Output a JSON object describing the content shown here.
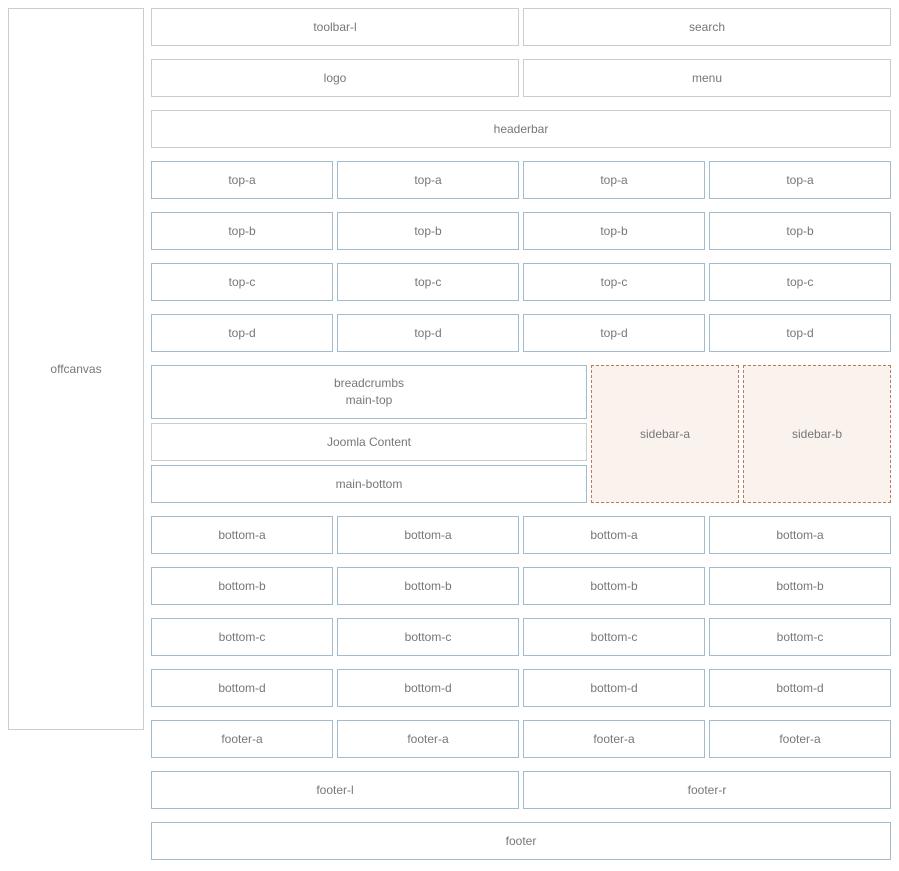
{
  "colors": {
    "border_gray": "#cccccc",
    "border_blue": "#a3bccd",
    "sidebar_border": "#bd7a54",
    "sidebar_bg": "#faf2ed",
    "text": "#777777"
  },
  "offcanvas": {
    "label": "offcanvas"
  },
  "header": {
    "toolbar_l": "toolbar-l",
    "search": "search",
    "logo": "logo",
    "menu": "menu",
    "headerbar": "headerbar"
  },
  "top_rows": [
    {
      "label": "top-a"
    },
    {
      "label": "top-b"
    },
    {
      "label": "top-c"
    },
    {
      "label": "top-d"
    }
  ],
  "main": {
    "breadcrumbs": "breadcrumbs",
    "main_top": "main-top",
    "content": "Joomla Content",
    "main_bottom": "main-bottom",
    "sidebar_a": "sidebar-a",
    "sidebar_b": "sidebar-b"
  },
  "bottom_rows": [
    {
      "label": "bottom-a"
    },
    {
      "label": "bottom-b"
    },
    {
      "label": "bottom-c"
    },
    {
      "label": "bottom-d"
    }
  ],
  "footer": {
    "footer_a": "footer-a",
    "footer_l": "footer-l",
    "footer_r": "footer-r",
    "footer": "footer"
  }
}
